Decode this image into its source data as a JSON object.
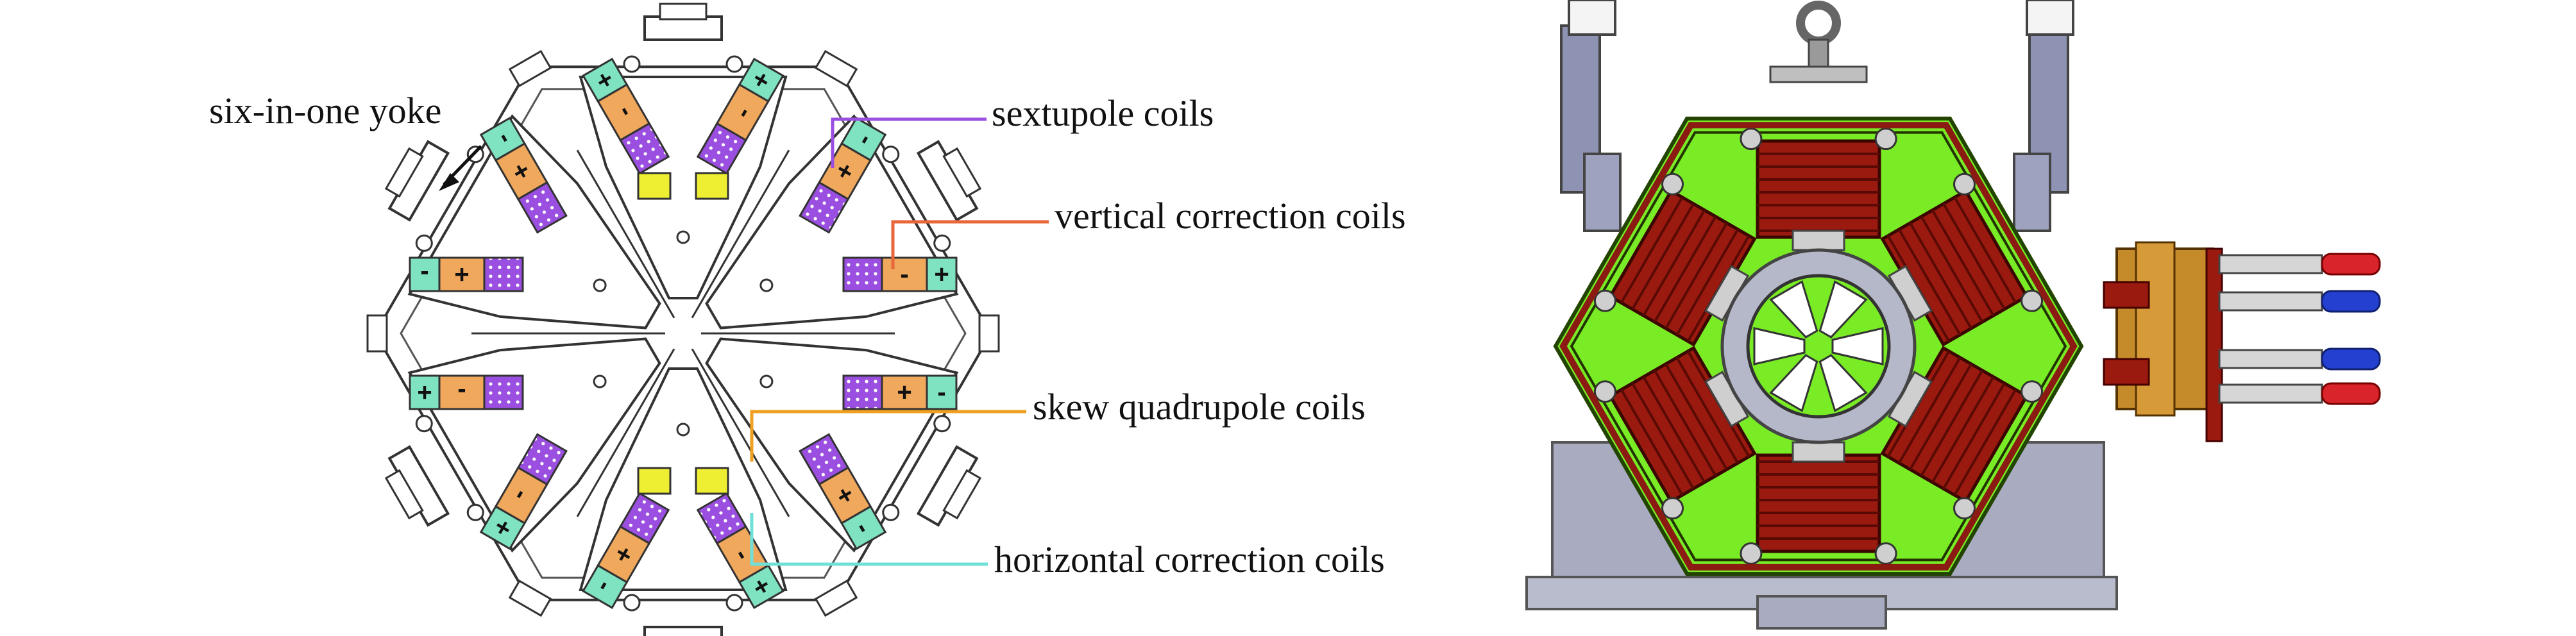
{
  "labels": {
    "yoke": "six-in-one yoke",
    "sextupole": "sextupole coils",
    "vertical": "vertical correction coils",
    "skew": "skew quadrupole coils",
    "horizontal": "horizontal correction coils"
  },
  "coil_signs": {
    "plus": "+",
    "minus": "-"
  },
  "colors": {
    "sextupole": "#9b4fe0",
    "vertical": "#f0a85c",
    "vertical_leader": "#e8663a",
    "skew": "#eeee33",
    "skew_leader": "#f0a020",
    "horizontal": "#7fe3c2",
    "horizontal_leader": "#6fe0d8",
    "yoke_green": "#79ec25",
    "coil_red": "#9a1a10",
    "hose_red": "#d8242a",
    "hose_blue": "#2440d0",
    "brass": "#c58a2a",
    "stand_gray": "#a9acc0"
  }
}
